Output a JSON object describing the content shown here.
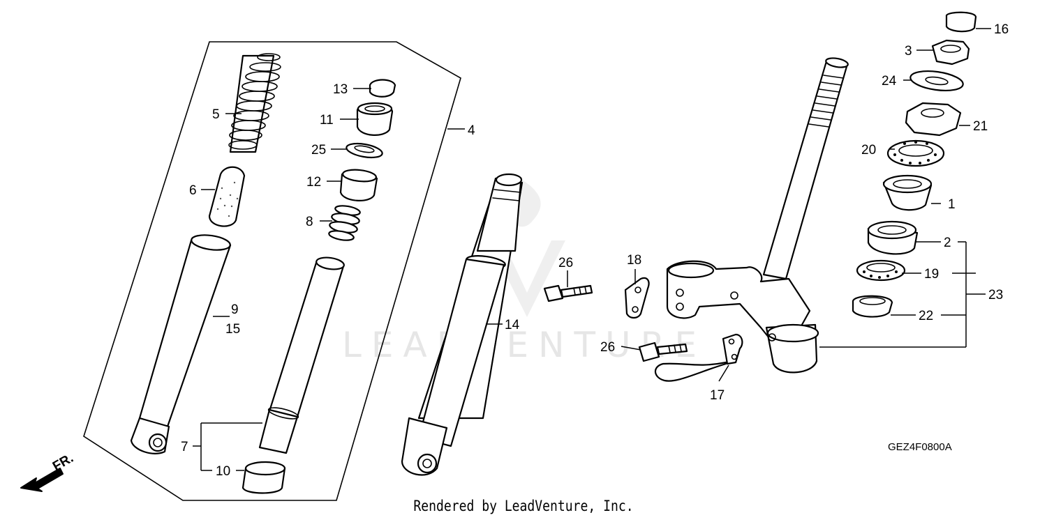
{
  "watermark": "LEADVENTURE",
  "diagram_code": "GEZ4F0800A",
  "credit": "Rendered by LeadVenture, Inc.",
  "direction_arrow": {
    "label": "FR.",
    "icon": "front-direction-arrow-icon"
  },
  "callouts": {
    "c1": "1",
    "c2": "2",
    "c3": "3",
    "c4": "4",
    "c5": "5",
    "c6": "6",
    "c7": "7",
    "c8": "8",
    "c9": "9",
    "c10": "10",
    "c11": "11",
    "c12": "12",
    "c13": "13",
    "c14": "14",
    "c15": "15",
    "c16": "16",
    "c17": "17",
    "c19": "19",
    "c20": "20",
    "c21": "21",
    "c22": "22",
    "c23": "23",
    "c24": "24",
    "c25": "25",
    "c26a": "26",
    "c26b": "26",
    "c18": "18"
  }
}
